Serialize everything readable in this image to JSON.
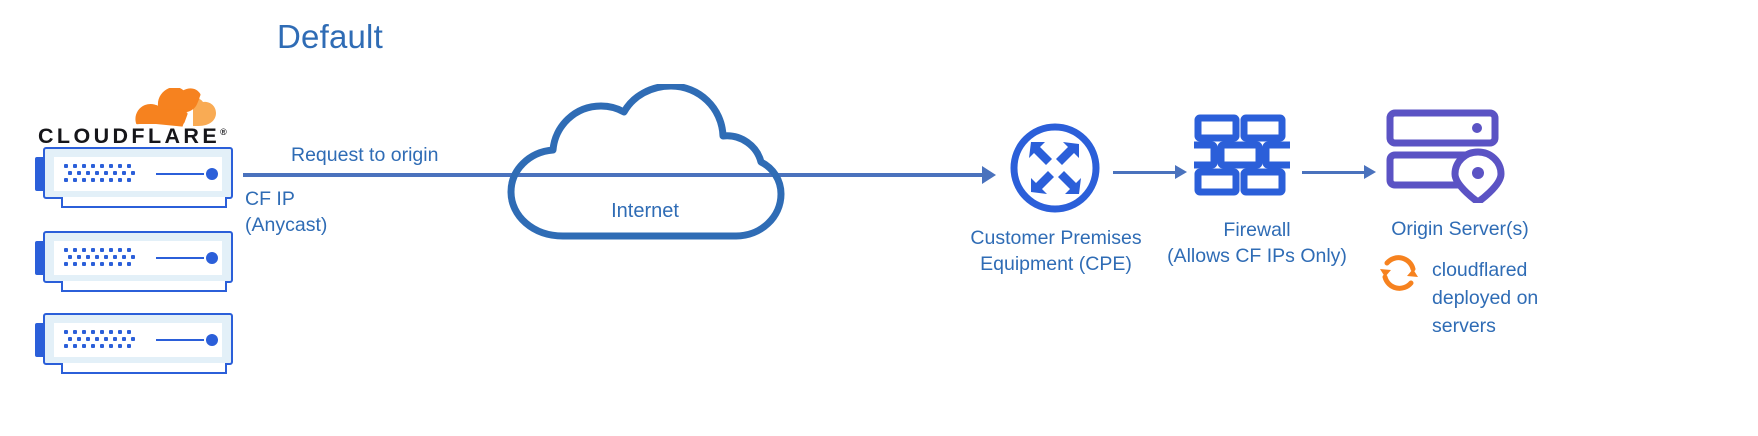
{
  "diagram": {
    "title": "Default",
    "type": "network-architecture-diagram"
  },
  "colors": {
    "title_blue": "#2f6cb5",
    "label_blue": "#2f6cb5",
    "arrow_blue": "#4a72bd",
    "icon_blue": "#2b5fd9",
    "cloud_blue": "#2f6cb5",
    "origin_purple": "#5b53c4",
    "cloudflare_orange": "#f6821f",
    "cloudflare_orange_light": "#f9ab54",
    "server_body": "#e3f0f8",
    "wordmark_black": "#16161a",
    "background": "#ffffff"
  },
  "cloudflare": {
    "wordmark": "CLOUDFLARE",
    "trademark": "®",
    "logo_icon": "cloudflare-cloud-icon",
    "server_count": 3
  },
  "flow": {
    "request_label": "Request to origin",
    "cf_ip_line1": "CF IP",
    "cf_ip_line2": "(Anycast)"
  },
  "nodes": [
    {
      "id": "internet",
      "icon": "cloud-icon",
      "label": "Internet",
      "label_lines": [
        "Internet"
      ]
    },
    {
      "id": "cpe",
      "icon": "router-arrows-icon",
      "label": "Customer Premises Equipment (CPE)",
      "label_lines": [
        "Customer Premises",
        "Equipment (CPE)"
      ]
    },
    {
      "id": "firewall",
      "icon": "brick-wall-icon",
      "label": "Firewall (Allows CF IPs Only)",
      "label_lines": [
        "Firewall",
        "(Allows CF IPs Only)"
      ]
    },
    {
      "id": "origin",
      "icon": "server-location-pin-icon",
      "label": "Origin Server(s)",
      "label_lines": [
        "Origin Server(s)"
      ]
    }
  ],
  "cloudflared": {
    "icon": "sync-refresh-icon",
    "label_lines": [
      "cloudflared",
      "deployed on",
      "servers"
    ],
    "label": "cloudflared deployed on servers"
  }
}
